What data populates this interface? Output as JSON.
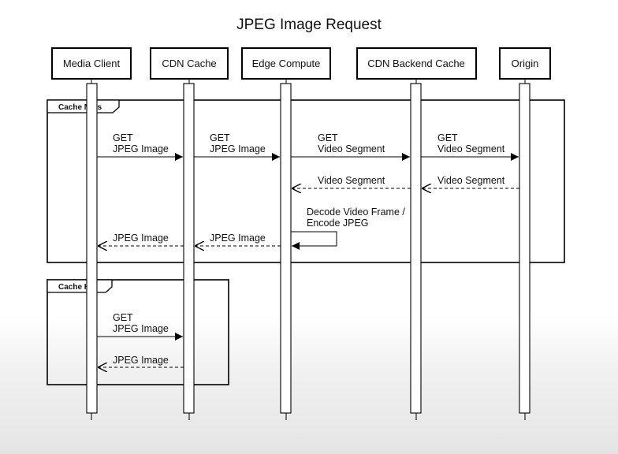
{
  "diagram": {
    "title": "JPEG Image Request",
    "participants": [
      {
        "id": "client",
        "label": "Media Client"
      },
      {
        "id": "cdn",
        "label": "CDN Cache"
      },
      {
        "id": "edge",
        "label": "Edge Compute"
      },
      {
        "id": "backend",
        "label": "CDN Backend Cache"
      },
      {
        "id": "origin",
        "label": "Origin"
      }
    ],
    "frames": [
      {
        "id": "miss",
        "label": "Cache Miss"
      },
      {
        "id": "hit",
        "label": "Cache Hit"
      }
    ],
    "messages": [
      {
        "from": "client",
        "to": "cdn",
        "lines": [
          "GET",
          "JPEG Image"
        ],
        "style": "request"
      },
      {
        "from": "cdn",
        "to": "edge",
        "lines": [
          "GET",
          "JPEG Image"
        ],
        "style": "request"
      },
      {
        "from": "edge",
        "to": "backend",
        "lines": [
          "GET",
          "Video Segment"
        ],
        "style": "request"
      },
      {
        "from": "backend",
        "to": "origin",
        "lines": [
          "GET",
          "Video Segment"
        ],
        "style": "request"
      },
      {
        "from": "origin",
        "to": "backend",
        "lines": [
          "Video Segment"
        ],
        "style": "response"
      },
      {
        "from": "backend",
        "to": "edge",
        "lines": [
          "Video Segment"
        ],
        "style": "response"
      },
      {
        "from": "edge",
        "to": "edge",
        "lines": [
          "Decode Video Frame /",
          "Encode JPEG"
        ],
        "style": "self"
      },
      {
        "from": "edge",
        "to": "cdn",
        "lines": [
          "JPEG Image"
        ],
        "style": "response"
      },
      {
        "from": "cdn",
        "to": "client",
        "lines": [
          "JPEG Image"
        ],
        "style": "response"
      },
      {
        "from": "client",
        "to": "cdn",
        "lines": [
          "GET",
          "JPEG Image"
        ],
        "style": "request"
      },
      {
        "from": "cdn",
        "to": "client",
        "lines": [
          "JPEG Image"
        ],
        "style": "response"
      }
    ]
  }
}
